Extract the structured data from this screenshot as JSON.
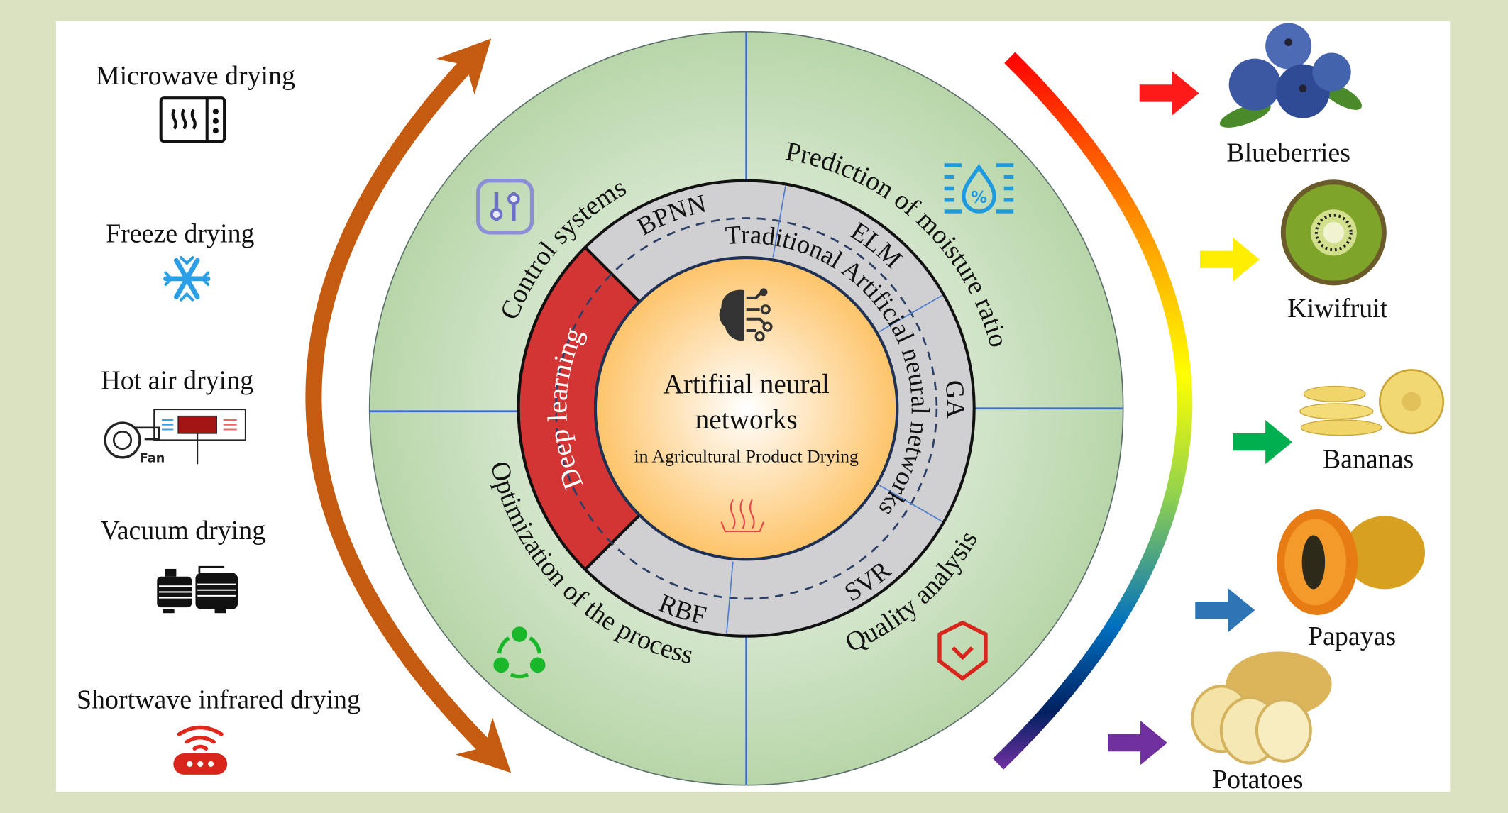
{
  "drying_methods": [
    {
      "label": "Microwave drying",
      "icon": "microwave-icon"
    },
    {
      "label": "Freeze drying",
      "icon": "snowflake-icon"
    },
    {
      "label": "Hot air drying",
      "icon": "hot-air-dryer-icon",
      "icon_text": "Fan"
    },
    {
      "label": "Vacuum drying",
      "icon": "vacuum-pump-icon"
    },
    {
      "label": "Shortwave infrared drying",
      "icon": "infrared-emitter-icon"
    }
  ],
  "center": {
    "title_line1": "Artifiial neural",
    "title_line2": "networks",
    "subtitle": "in Agricultural Product Drying"
  },
  "inner_ring": {
    "deep_learning": "Deep learning",
    "traditional": "Traditional Artificial neural networks",
    "models": [
      "BPNN",
      "ELM",
      "GA",
      "SVR",
      "RBF"
    ]
  },
  "applications": {
    "control": "Control systems",
    "prediction": "Prediction of moisture ratio",
    "quality": "Quality analysis",
    "optimization": "Optimization of the process"
  },
  "products": [
    {
      "label": "Blueberries",
      "arrow_color": "#ff1a1a"
    },
    {
      "label": "Kiwifruit",
      "arrow_color": "#ffee00"
    },
    {
      "label": "Bananas",
      "arrow_color": "#00b050"
    },
    {
      "label": "Papayas",
      "arrow_color": "#2e75b6"
    },
    {
      "label": "Potatoes",
      "arrow_color": "#7030a0"
    }
  ],
  "colors": {
    "background": "#dbe2c1",
    "cycle_arrow": "#c55a11",
    "deep_learning": "#d33434",
    "ring": "#d0cfd1"
  }
}
